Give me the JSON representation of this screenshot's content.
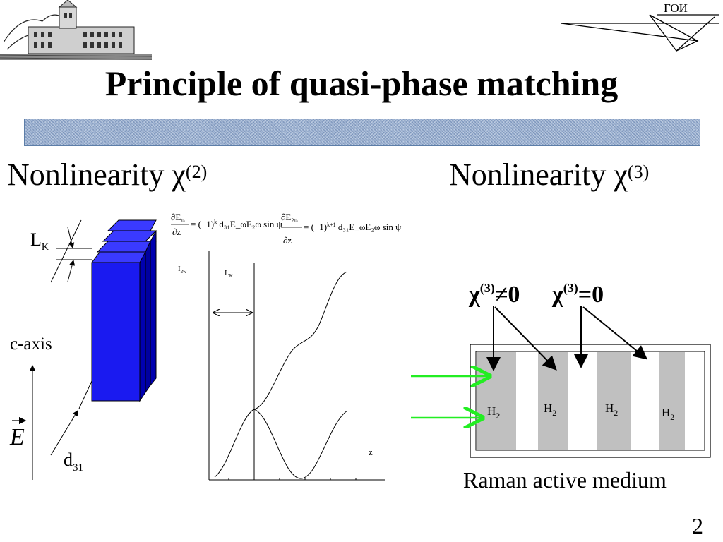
{
  "slide": {
    "title": "Principle of quasi-phase matching",
    "logo_text": "ГОИ",
    "page_number": "2"
  },
  "left_panel": {
    "heading": "Nonlinearity χ",
    "heading_sup": "(2)",
    "labels": {
      "lk": "L",
      "lk_sub": "K",
      "c_axis": "c-axis",
      "e_field": "E",
      "d31": "d",
      "d31_sub": "31"
    },
    "equations": {
      "eq1_lhs_num": "∂E",
      "eq1_lhs_num_sub": "ω",
      "eq1_lhs_den": "∂z",
      "eq1_rhs": "= (−1)",
      "eq1_rhs_sup": "k",
      "eq1_rhs_tail": " d₃₁E_ωE₂ω sin ψ",
      "eq2_lhs_num": "∂E",
      "eq2_lhs_num_sub": "2ω",
      "eq2_lhs_den": "∂z",
      "eq2_rhs": "= (−1)",
      "eq2_rhs_sup": "k+1",
      "eq2_rhs_tail": " d₃₁E_ωE₂ω sin ψ"
    },
    "graph": {
      "ylabel": "I",
      "ylabel_sub": "2w",
      "lk_label": "L",
      "lk_label_sub": "K",
      "xlabel": "z"
    },
    "colors": {
      "crystal_front": "#1a1af0",
      "crystal_side": "#0000b0",
      "crystal_top": "#3a3aff"
    }
  },
  "right_panel": {
    "heading": "Nonlinearity χ",
    "heading_sup": "(3)",
    "chi_nonzero": "χ",
    "chi_nonzero_sup": "(3)",
    "chi_nonzero_tail": "≠0",
    "chi_zero": "χ",
    "chi_zero_sup": "(3)",
    "chi_zero_tail": "=0",
    "cells": [
      {
        "label": "H",
        "sub": "2"
      },
      {
        "label": "H",
        "sub": "2"
      },
      {
        "label": "H",
        "sub": "2"
      },
      {
        "label": "H",
        "sub": "2"
      }
    ],
    "caption": "Raman active medium",
    "colors": {
      "arrow": "#22ee22",
      "cell_fill": "#c0c0c0"
    }
  }
}
